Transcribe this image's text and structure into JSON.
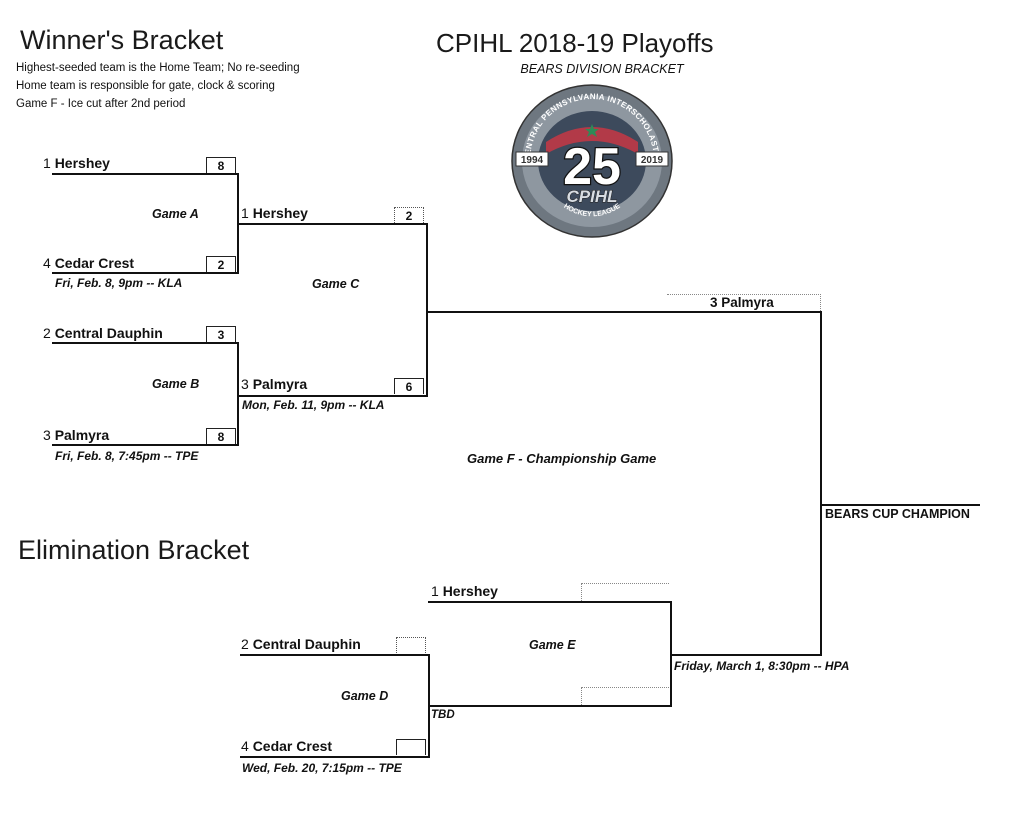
{
  "header": {
    "winners_title": "Winner's Bracket",
    "notes": [
      "Highest-seeded team is the Home Team; No re-seeding",
      "Home team is responsible for gate, clock & scoring",
      "Game F - Ice cut after 2nd period"
    ],
    "main_title": "CPIHL 2018-19 Playoffs",
    "subtitle": "BEARS DIVISION BRACKET",
    "elimination_title": "Elimination Bracket"
  },
  "logo": {
    "ring_text": "CENTRAL PENNSYLVANIA INTERSCHOLASTIC",
    "number": "25",
    "year_left": "1994",
    "year_right": "2019",
    "abbr": "CPIHL",
    "bottom_text": "HOCKEY LEAGUE",
    "colors": {
      "ring": "#7d8790",
      "inner": "#3d4a5c",
      "red": "#b23a48",
      "green": "#2e8b57"
    }
  },
  "game_a": {
    "label": "Game A",
    "team1": {
      "seed": "1",
      "name": "Hershey",
      "score": "8"
    },
    "team2": {
      "seed": "4",
      "name": "Cedar Crest",
      "score": "2"
    },
    "schedule": "Fri, Feb. 8, 9pm -- KLA"
  },
  "game_b": {
    "label": "Game B",
    "team1": {
      "seed": "2",
      "name": "Central Dauphin",
      "score": "3"
    },
    "team2": {
      "seed": "3",
      "name": "Palmyra",
      "score": "8"
    },
    "schedule": "Fri, Feb. 8, 7:45pm -- TPE"
  },
  "game_c": {
    "label": "Game C",
    "team1": {
      "seed": "1",
      "name": "Hershey",
      "score": "2"
    },
    "team2": {
      "seed": "3",
      "name": "Palmyra",
      "score": "6"
    },
    "schedule": "Mon, Feb. 11, 9pm -- KLA"
  },
  "game_d": {
    "label": "Game D",
    "team1": {
      "seed": "2",
      "name": "Central Dauphin",
      "score": ""
    },
    "team2": {
      "seed": "4",
      "name": "Cedar Crest",
      "score": ""
    },
    "schedule": "Wed, Feb. 20, 7:15pm -- TPE"
  },
  "game_e": {
    "label": "Game E",
    "team1": {
      "seed": "1",
      "name": "Hershey",
      "score": ""
    },
    "team2_name": "TBD",
    "schedule": "Friday, March 1, 8:30pm -- HPA"
  },
  "game_f": {
    "label": "Game F - Championship Game",
    "finalist": {
      "seed": "3",
      "name": "Palmyra"
    },
    "champion_label": "BEARS CUP CHAMPION"
  }
}
